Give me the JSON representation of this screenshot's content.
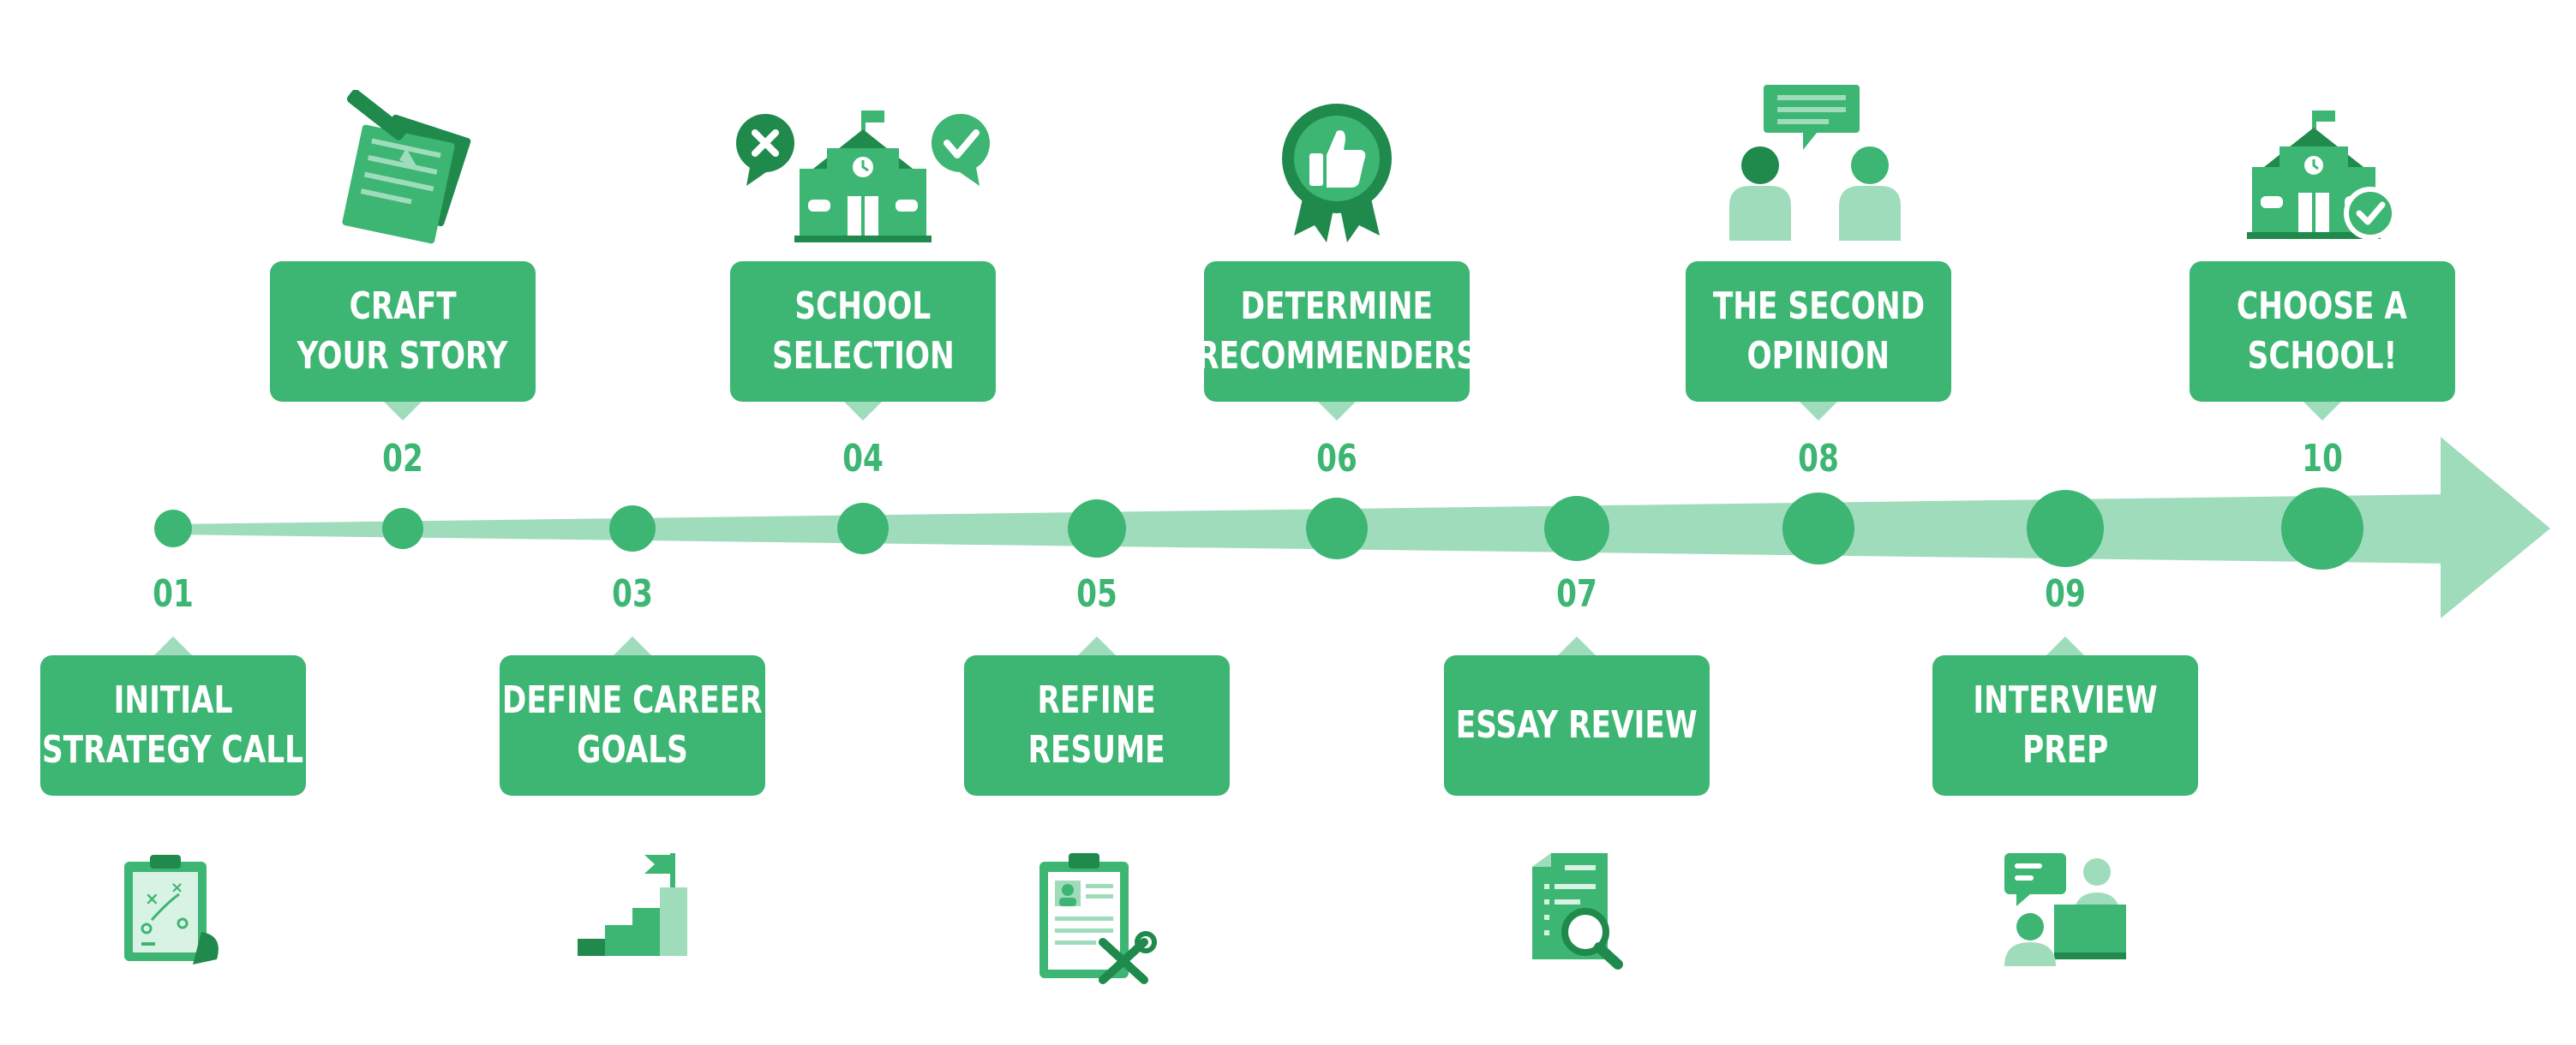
{
  "colors": {
    "primary": "#3db573",
    "light": "#9fdcbc",
    "pale": "#d8f2e4",
    "dark": "#1f8a4c",
    "white": "#ffffff"
  },
  "steps": [
    {
      "number": "01",
      "lines": [
        "INITIAL",
        "STRATEGY CALL"
      ],
      "icon": "strategy-clipboard-icon"
    },
    {
      "number": "02",
      "lines": [
        "CRAFT",
        "YOUR STORY"
      ],
      "icon": "notes-pencil-icon"
    },
    {
      "number": "03",
      "lines": [
        "DEFINE CAREER",
        "GOALS"
      ],
      "icon": "stairs-flag-icon"
    },
    {
      "number": "04",
      "lines": [
        "SCHOOL",
        "SELECTION"
      ],
      "icon": "school-compare-icon"
    },
    {
      "number": "05",
      "lines": [
        "REFINE",
        "RESUME"
      ],
      "icon": "resume-tools-icon"
    },
    {
      "number": "06",
      "lines": [
        "DETERMINE",
        "RECOMMENDERS"
      ],
      "icon": "thumbs-up-badge-icon"
    },
    {
      "number": "07",
      "lines": [
        "ESSAY REVIEW"
      ],
      "icon": "document-magnifier-icon"
    },
    {
      "number": "08",
      "lines": [
        "THE SECOND",
        "OPINION"
      ],
      "icon": "people-discussion-icon"
    },
    {
      "number": "09",
      "lines": [
        "INTERVIEW",
        "PREP"
      ],
      "icon": "interview-icon"
    },
    {
      "number": "10",
      "lines": [
        "CHOOSE A",
        "SCHOOL!"
      ],
      "icon": "school-check-icon"
    }
  ]
}
